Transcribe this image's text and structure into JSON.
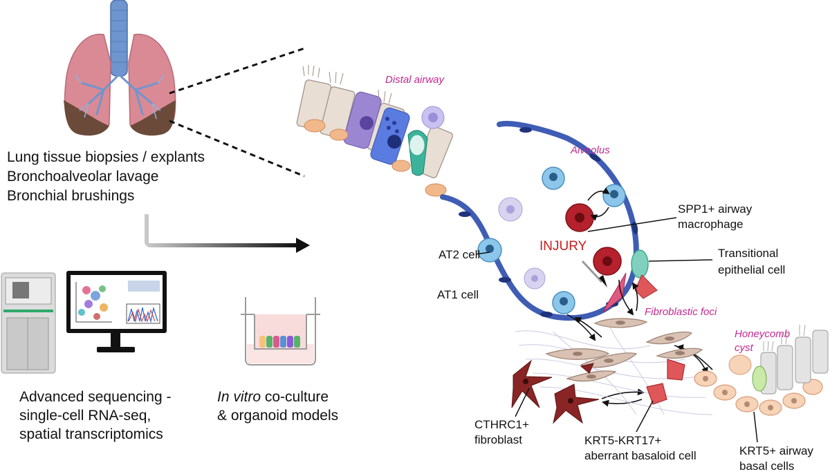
{
  "sources": {
    "line1": "Lung tissue biopsies / explants",
    "line2": "Bronchoalveolar lavage",
    "line3": "Bronchial brushings"
  },
  "methods": {
    "sequencing": {
      "line1": "Advanced sequencing -",
      "line2": "single-cell RNA-seq,",
      "line3": "spatial transcriptomics"
    },
    "invitro": {
      "italic": "In vitro",
      "rest": " co-culture",
      "line2": "& organoid models"
    }
  },
  "regions": {
    "distal_airway": "Distal airway",
    "alveolus": "Alveolus",
    "fibroblastic_foci": "Fibroblastic foci",
    "honeycomb_line1": "Honeycomb",
    "honeycomb_line2": "cyst"
  },
  "injury": "INJURY",
  "cells": {
    "at2": "AT2 cell",
    "at1": "AT1 cell",
    "spp1_line1": "SPP1+ airway",
    "spp1_line2": "macrophage",
    "transitional_line1": "Transitional",
    "transitional_line2": "epithelial cell",
    "cthrc1_line1": "CTHRC1+",
    "cthrc1_line2": "fibroblast",
    "krt517_line1": "KRT5-KRT17+",
    "krt517_line2": "aberrant basaloid cell",
    "krt5_line1": "KRT5+ airway",
    "krt5_line2": "basal cells"
  },
  "colors": {
    "airway_wall": "#3f5db4",
    "at2": "#8cc6ea",
    "macrophage": "#b5212c",
    "transitional": "#7fd1bd",
    "fibroblast": "#d9c1b3",
    "myofibroblast": "#8a2525",
    "basaloid": "#e0575a",
    "region_label": "#c2288e",
    "injury": "#c81e1e"
  }
}
